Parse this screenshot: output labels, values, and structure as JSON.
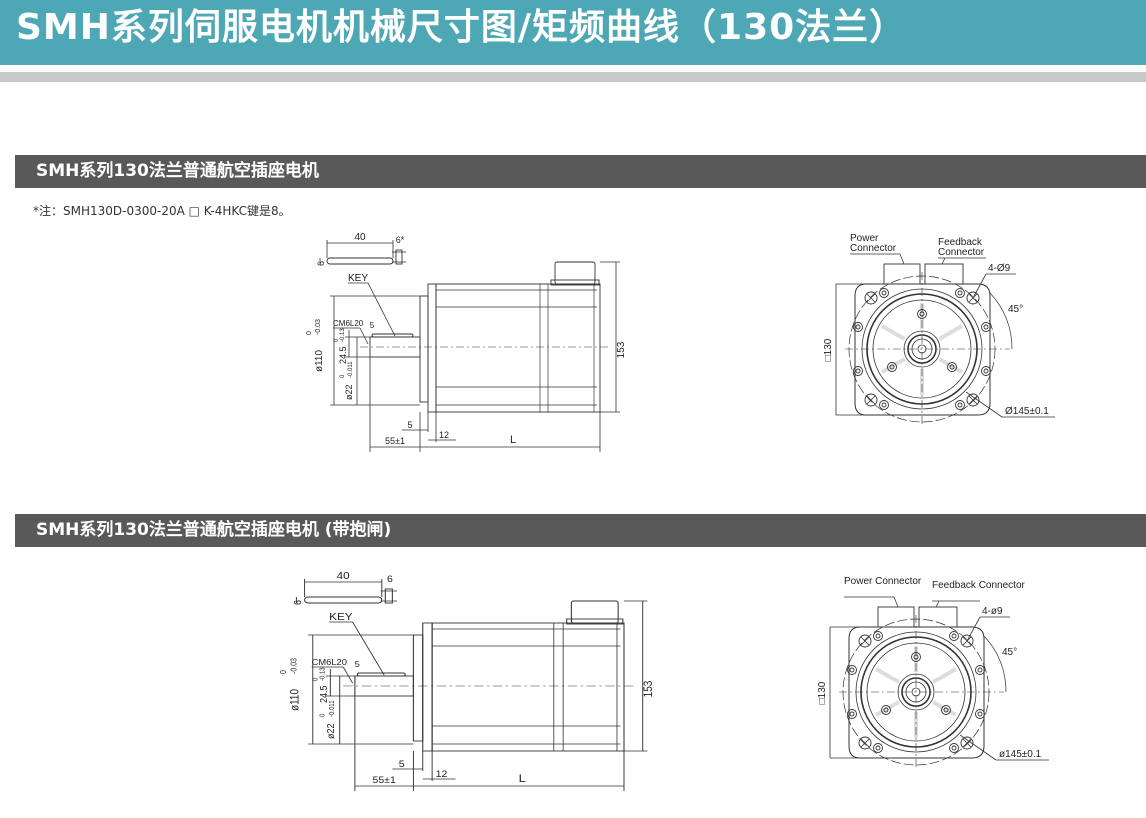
{
  "header": {
    "title": "SMH系列伺服电机机械尺寸图/矩频曲线（130法兰）"
  },
  "sections": [
    {
      "title": "SMH系列130法兰普通航空插座电机",
      "note": "*注：SMH130D-0300-20A □ K-4HKC键是8。",
      "side": {
        "key_len": "40",
        "key_h": "6",
        "key_w": "6*",
        "key": "KEY",
        "cm": "CM6L20",
        "cm5": "5",
        "d110": "ø110",
        "d110_up": "0",
        "d110_lo": "-0.03",
        "d24": "24.5",
        "d24_up": "0",
        "d24_lo": "-0.13",
        "d22": "ø22",
        "d22_up": "0",
        "d22_lo": "-0.011",
        "h153": "153",
        "f5": "5",
        "f12": "12",
        "s55": "55±1",
        "L": "L"
      },
      "front": {
        "power": [
          "Power",
          "Connector"
        ],
        "feedback": [
          "Feedback",
          "Connector"
        ],
        "holes": "4-Ø9",
        "angle": "45°",
        "dia": "Ø145±0.1",
        "sq": "□130"
      }
    },
    {
      "title": "SMH系列130法兰普通航空插座电机 (带抱闸)",
      "side": {
        "key_len": "40",
        "key_h": "6",
        "key_w": "6",
        "key": "KEY",
        "cm": "CM6L20",
        "cm5": "5",
        "d110": "ø110",
        "d110_up": "0",
        "d110_lo": "-0.03",
        "d24": "24.5",
        "d24_up": "0",
        "d24_lo": "-0.13",
        "d22": "ø22",
        "d22_up": "0",
        "d22_lo": "-0.011",
        "h153": "153",
        "f5": "5",
        "f12": "12",
        "s55": "55±1",
        "L": "L"
      },
      "front": {
        "power": [
          "Power Connector"
        ],
        "feedback": [
          "Feedback Connector"
        ],
        "holes": "4-ø9",
        "angle": "45°",
        "dia": "ø145±0.1",
        "sq": "□130"
      }
    }
  ]
}
